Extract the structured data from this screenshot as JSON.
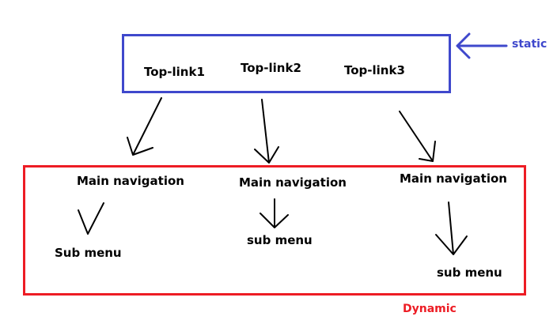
{
  "static_box": {
    "label": "static",
    "links": [
      "Top-link1",
      "Top-link2",
      "Top-link3"
    ]
  },
  "dynamic_box": {
    "label": "Dynamic",
    "columns": [
      {
        "main": "Main navigation",
        "sub": "Sub menu"
      },
      {
        "main": "Main navigation",
        "sub": "sub menu"
      },
      {
        "main": "Main navigation",
        "sub": "sub menu"
      }
    ]
  },
  "colors": {
    "static": "#3f48cc",
    "dynamic": "#ed1c24",
    "arrow": "#000000"
  }
}
